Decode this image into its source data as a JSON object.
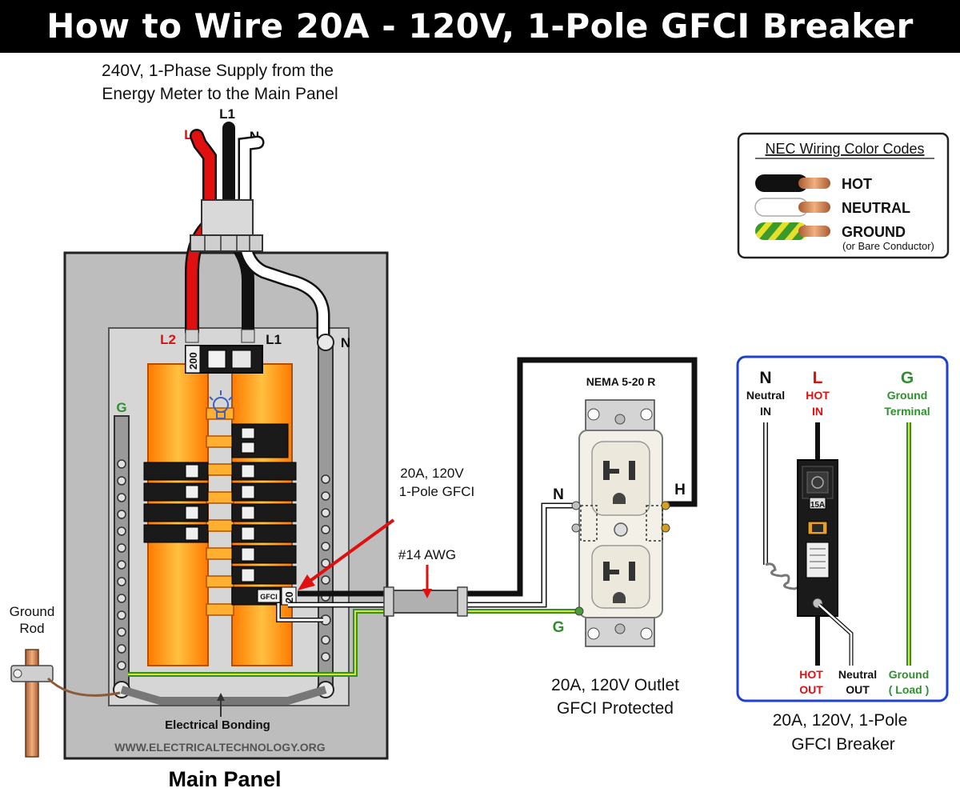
{
  "title": "How to Wire 20A - 120V, 1-Pole GFCI Breaker",
  "supply": {
    "caption_line1": "240V, 1-Phase Supply from the",
    "caption_line2": "Energy Meter to the Main Panel",
    "l1": "L1",
    "l2": "L2",
    "n": "N"
  },
  "legend": {
    "title": "NEC Wiring  Color Codes",
    "hot": "HOT",
    "neutral": "NEUTRAL",
    "ground": "GROUND",
    "ground_note": "(or Bare Conductor)"
  },
  "panel": {
    "l2": "L2",
    "l1": "L1",
    "n": "N",
    "g": "G",
    "main_rating": "200",
    "gfci_tag": "GFCI",
    "gfci_rating": "20",
    "bonding": "Electrical Bonding",
    "website": "WWW.ELECTRICALTECHNOLOGY.ORG",
    "caption": "Main Panel"
  },
  "ground_rod": {
    "line1": "Ground",
    "line2": "Rod"
  },
  "callouts": {
    "gfci_line1": "20A, 120V",
    "gfci_line2": "1-Pole GFCI",
    "awg": "#14 AWG"
  },
  "outlet": {
    "nema": "NEMA 5-20 R",
    "n": "N",
    "h": "H",
    "g": "G",
    "caption_line1": "20A, 120V Outlet",
    "caption_line2": "GFCI Protected"
  },
  "breaker_detail": {
    "n": "N",
    "l": "L",
    "g": "G",
    "neutral_in_1": "Neutral",
    "neutral_in_2": "IN",
    "hot_in_1": "HOT",
    "hot_in_2": "IN",
    "ground_term_1": "Ground",
    "ground_term_2": "Terminal",
    "rating": "15A",
    "hot_out_1": "HOT",
    "hot_out_2": "OUT",
    "neutral_out_1": "Neutral",
    "neutral_out_2": "OUT",
    "ground_load_1": "Ground",
    "ground_load_2": "( Load )",
    "caption_line1": "20A, 120V, 1-Pole",
    "caption_line2": "GFCI Breaker"
  },
  "colors": {
    "hot": "#111111",
    "l2": "#e01010",
    "neutral": "#ffffff",
    "ground_green": "#2f8f2f",
    "ground_yellow": "#e8e020",
    "copper": "#c8784a",
    "panel_gray": "#bcbcbc",
    "busbar_orange": "#ff8a00",
    "detail_border": "#1f3fcf"
  }
}
